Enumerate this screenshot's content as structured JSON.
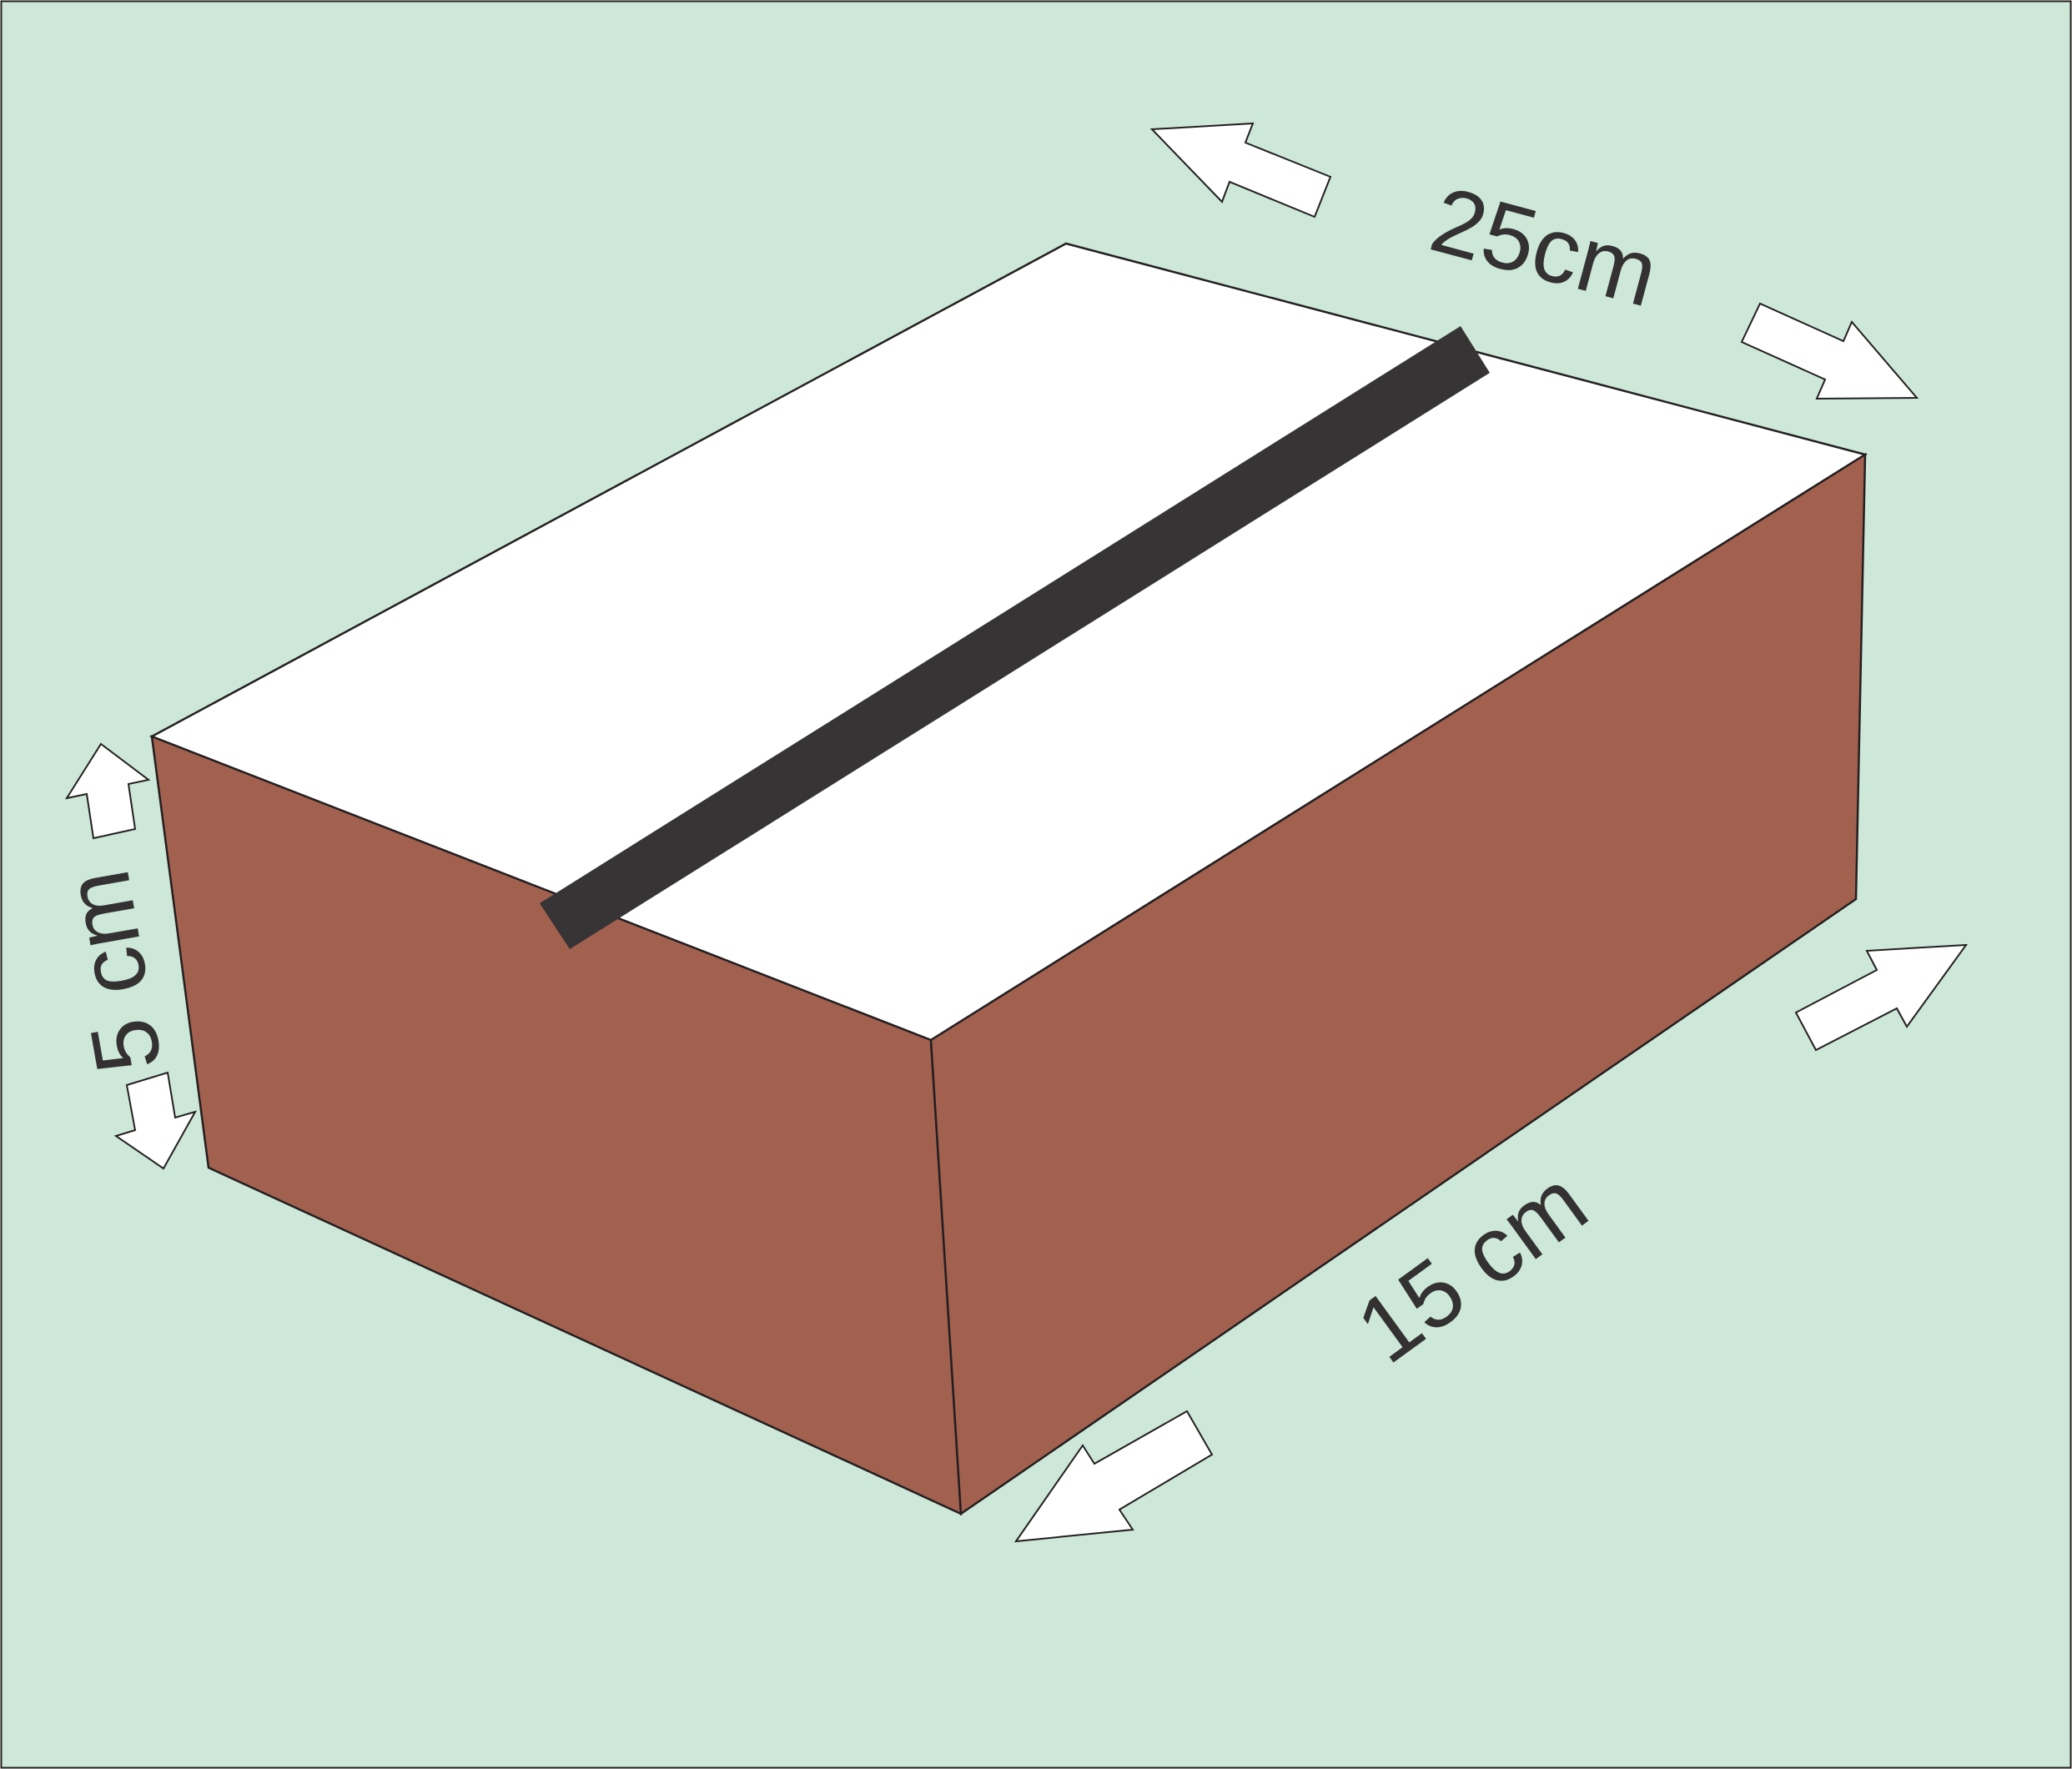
{
  "colors": {
    "background": "#cde7d8",
    "box_top": "#ffffff",
    "box_side": "#a2604f",
    "tape": "#363435",
    "outline": "#231f20",
    "arrow_fill": "#ffffff",
    "label": "#333132"
  },
  "dimensions": {
    "length": "25cm",
    "width": "15 cm",
    "height": "5 cm"
  },
  "icons": [
    "double-headed-arrow",
    "double-headed-arrow",
    "double-headed-arrow"
  ]
}
